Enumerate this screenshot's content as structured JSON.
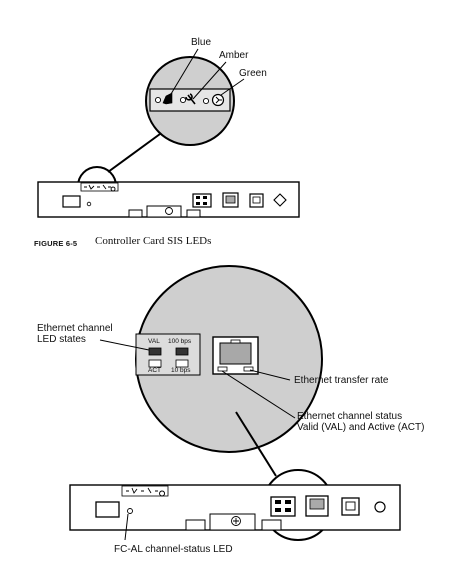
{
  "figure_top": {
    "labels": {
      "blue": "Blue",
      "amber": "Amber",
      "green": "Green"
    },
    "caption_number": "FIGURE 6-5",
    "caption_text": "Controller Card SIS LEDs"
  },
  "figure_bottom": {
    "ethernet_led_states": "Ethernet channel\nLED states",
    "val": "VAL",
    "speed_100": "100 bps",
    "act": "ACT",
    "speed_10": "10 bps",
    "transfer_rate": "Ethernet transfer rate",
    "channel_status": "Ethernet channel status\nValid (VAL) and Active (ACT)",
    "fc_al_led": "FC-AL channel-status LED"
  }
}
